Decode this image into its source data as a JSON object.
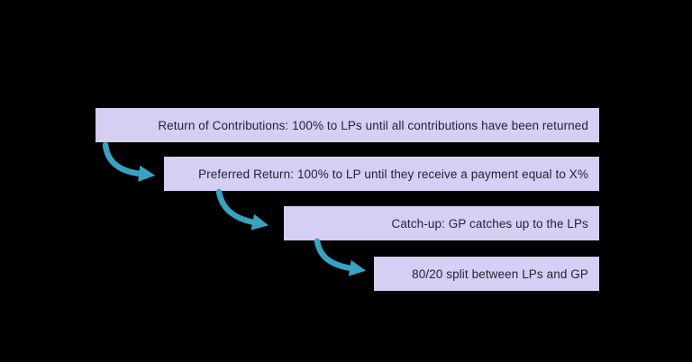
{
  "steps": [
    {
      "label": "Return of Contributions: 100% to LPs until all contributions have been returned"
    },
    {
      "label": "Preferred Return: 100% to LP until they receive a payment equal to X%"
    },
    {
      "label": "Catch-up: GP catches up to the LPs"
    },
    {
      "label": "80/20 split between LPs and GP"
    }
  ],
  "colors": {
    "background": "#000000",
    "box_fill": "#d6cff3",
    "box_text": "#262236",
    "arrow": "#38a2c0"
  }
}
